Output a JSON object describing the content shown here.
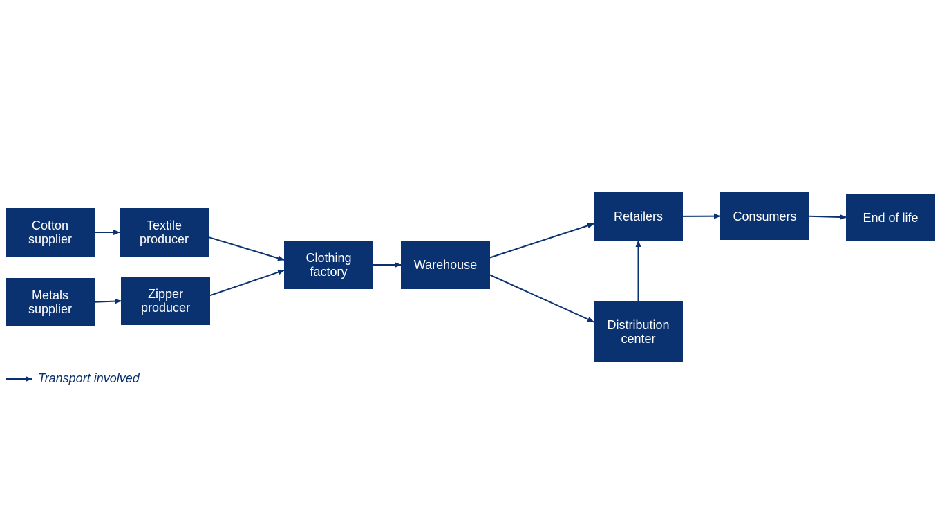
{
  "nodes": {
    "cotton_supplier": "Cotton\nsupplier",
    "textile_producer": "Textile\nproducer",
    "metals_supplier": "Metals\nsupplier",
    "zipper_producer": "Zipper\nproducer",
    "clothing_factory": "Clothing\nfactory",
    "warehouse": "Warehouse",
    "retailers": "Retailers",
    "distribution_center": "Distribution\ncenter",
    "consumers": "Consumers",
    "end_of_life": "End of life"
  },
  "edges": [
    {
      "from": "cotton_supplier",
      "to": "textile_producer"
    },
    {
      "from": "metals_supplier",
      "to": "zipper_producer"
    },
    {
      "from": "textile_producer",
      "to": "clothing_factory"
    },
    {
      "from": "zipper_producer",
      "to": "clothing_factory"
    },
    {
      "from": "clothing_factory",
      "to": "warehouse"
    },
    {
      "from": "warehouse",
      "to": "retailers"
    },
    {
      "from": "warehouse",
      "to": "distribution_center"
    },
    {
      "from": "distribution_center",
      "to": "retailers"
    },
    {
      "from": "retailers",
      "to": "consumers"
    },
    {
      "from": "consumers",
      "to": "end_of_life"
    }
  ],
  "legend": {
    "label": "Transport involved"
  },
  "colors": {
    "node_fill": "#0a3170",
    "node_text": "#ffffff",
    "edge": "#0a3170"
  }
}
